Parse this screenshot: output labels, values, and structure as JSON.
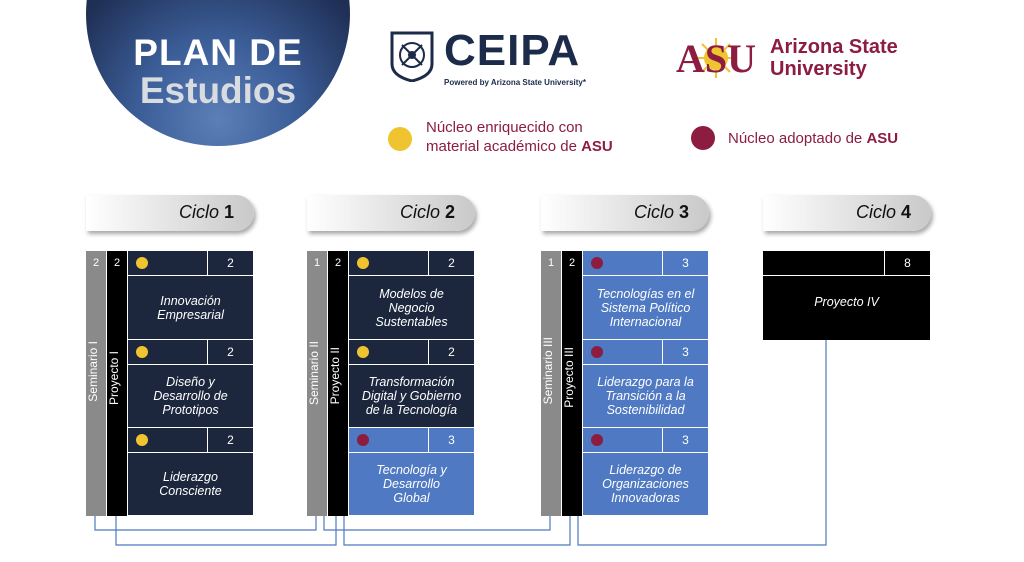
{
  "title": {
    "line1": "PLAN DE",
    "line2": "Estudios"
  },
  "logos": {
    "ceipa": {
      "name": "CEIPA",
      "powered_by": "Powered by Arizona State University*"
    },
    "asu": {
      "mark": "ASU",
      "name_line1": "Arizona State",
      "name_line2": "University"
    }
  },
  "legend": {
    "enriched": {
      "color": "#f0c330",
      "line1": "Núcleo enriquecido con",
      "line2_prefix": "material académico de ",
      "line2_bold": "ASU"
    },
    "adopted": {
      "color": "#8c1d40",
      "prefix": "Núcleo adoptado de ",
      "bold": "ASU"
    }
  },
  "colors": {
    "dark": "#1c273d",
    "blue": "#4f79c2",
    "gray": "#8a8a8a",
    "maroon": "#8c1d40",
    "gold": "#f0c330",
    "line": "#4f79c2"
  },
  "cycles": [
    {
      "label": "Ciclo ",
      "num": "1",
      "seminar_credits": "2",
      "seminar": "Seminario I",
      "project_credits": "2",
      "project": "Proyecto I",
      "courses": [
        {
          "dot": "gold",
          "credits": "2",
          "name_lines": [
            "Innovación",
            "Empresarial"
          ]
        },
        {
          "dot": "gold",
          "credits": "2",
          "name_lines": [
            "Diseño y",
            "Desarrollo de",
            "Prototipos"
          ]
        },
        {
          "dot": "gold",
          "credits": "2",
          "name_lines": [
            "Liderazgo",
            "Consciente"
          ]
        }
      ]
    },
    {
      "label": "Ciclo ",
      "num": "2",
      "seminar_credits": "1",
      "seminar": "Seminario II",
      "project_credits": "2",
      "project": "Proyecto II",
      "courses": [
        {
          "dot": "gold",
          "credits": "2",
          "name_lines": [
            "Modelos de",
            "Negocio",
            "Sustentables"
          ]
        },
        {
          "dot": "gold",
          "credits": "2",
          "name_lines": [
            "Transformación",
            "Digital y Gobierno",
            "de la Tecnología"
          ]
        },
        {
          "dot": "maroon",
          "credits": "3",
          "name_lines": [
            "Tecnología y",
            "Desarrollo",
            "Global"
          ]
        }
      ]
    },
    {
      "label": "Ciclo ",
      "num": "3",
      "seminar_credits": "1",
      "seminar": "Seminario III",
      "project_credits": "2",
      "project": "Proyecto III",
      "courses": [
        {
          "dot": "maroon",
          "credits": "3",
          "name_lines": [
            "Tecnologías en el",
            "Sistema Político",
            "Internacional"
          ]
        },
        {
          "dot": "maroon",
          "credits": "3",
          "name_lines": [
            "Liderazgo para la",
            "Transición a la",
            "Sostenibilidad"
          ]
        },
        {
          "dot": "maroon",
          "credits": "3",
          "name_lines": [
            "Liderazgo de",
            "Organizaciones",
            "Innovadoras"
          ]
        }
      ]
    },
    {
      "label": "Ciclo ",
      "num": "4",
      "project_credits": "8",
      "project": "Proyecto IV"
    }
  ]
}
